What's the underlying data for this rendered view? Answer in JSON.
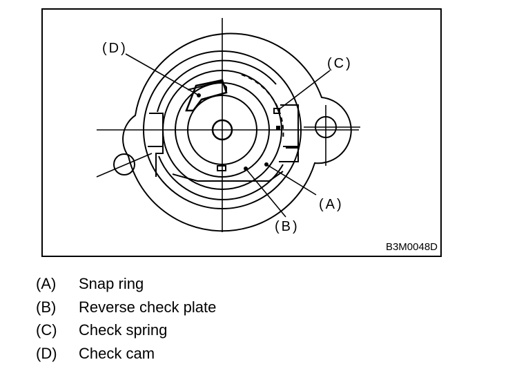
{
  "figure": {
    "code": "B3M0048D",
    "callouts": {
      "a": "(A)",
      "b": "(B)",
      "c": "(C)",
      "d": "(D)"
    }
  },
  "legend": [
    {
      "key": "(A)",
      "text": "Snap ring"
    },
    {
      "key": "(B)",
      "text": "Reverse check plate"
    },
    {
      "key": "(C)",
      "text": "Check spring"
    },
    {
      "key": "(D)",
      "text": "Check cam"
    }
  ]
}
